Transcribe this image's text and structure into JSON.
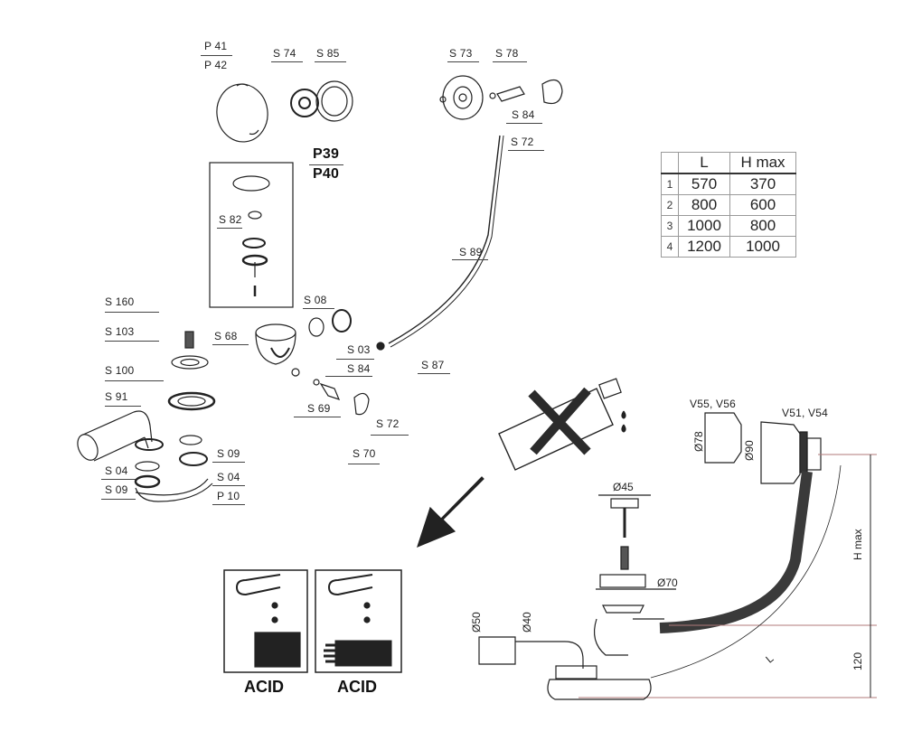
{
  "diagram": {
    "title_labels": {
      "kit": [
        "P39",
        "P40"
      ]
    },
    "part_labels": {
      "p41": "P 41",
      "p42": "P 42",
      "s74": "S 74",
      "s85": "S 85",
      "s73": "S 73",
      "s78": "S 78",
      "s84_top": "S 84",
      "s72_top": "S 72",
      "s82": "S 82",
      "s89": "S 89",
      "s160": "S 160",
      "s103": "S 103",
      "s68": "S 68",
      "s08": "S 08",
      "s03": "S 03",
      "s87": "S 87",
      "s100": "S 100",
      "s84_mid": "S 84",
      "s69": "S 69",
      "s72_mid": "S 72",
      "s70": "S 70",
      "s91": "S 91",
      "s09_right": "S 09",
      "s04_left": "S 04",
      "s04_right": "S 04",
      "s09_left": "S 09",
      "p10": "P 10"
    },
    "dimension_table": {
      "headers": [
        "",
        "L",
        "H max"
      ],
      "rows": [
        {
          "index": "1",
          "L": "570",
          "H": "370"
        },
        {
          "index": "2",
          "L": "800",
          "H": "600"
        },
        {
          "index": "3",
          "L": "1000",
          "H": "800"
        },
        {
          "index": "4",
          "L": "1200",
          "H": "1000"
        }
      ]
    },
    "assembly_labels": {
      "v55_v56": "V55, V56",
      "v51_v54": "V51, V54",
      "d78": "Ø78",
      "d90": "Ø90",
      "d45": "Ø45",
      "d70": "Ø70",
      "d50": "Ø50",
      "d40": "Ø40",
      "h_max": "H max",
      "h120": "120",
      "length": "L"
    },
    "warnings": {
      "acid_left": "ACID",
      "acid_right": "ACID"
    },
    "colors": {
      "ink": "#222222",
      "hose": "#3a3a3a",
      "dim_line_red": "#b07a7a"
    }
  }
}
